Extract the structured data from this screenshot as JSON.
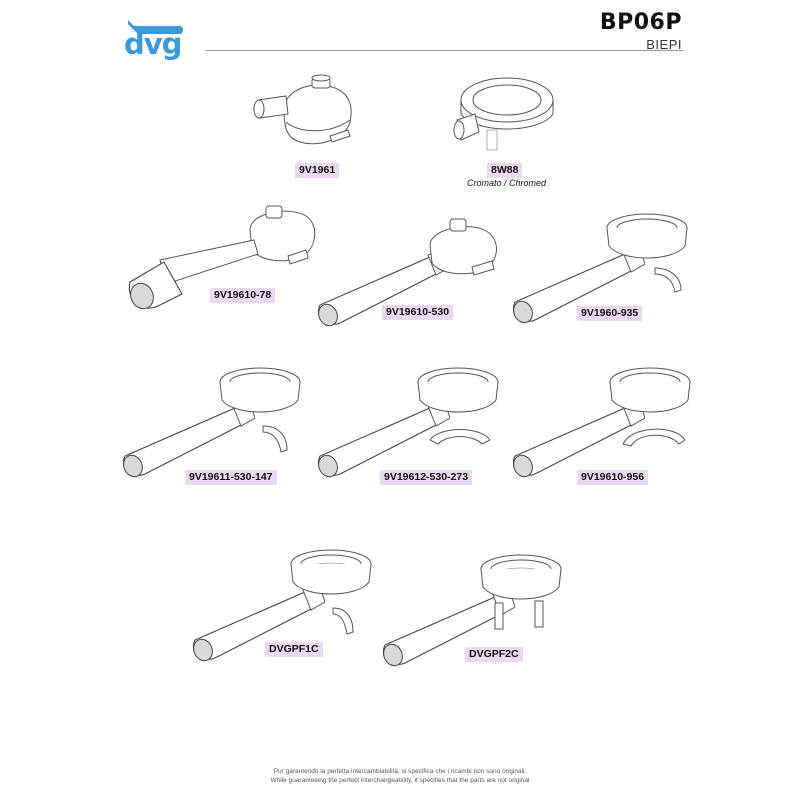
{
  "header": {
    "logo_text": "dvg",
    "model": "BP06P",
    "brand": "BIEPI"
  },
  "colors": {
    "logo": "#3a9ad9",
    "code_highlight": "#ead8f0"
  },
  "parts": [
    {
      "code": "9V1961",
      "icon": "pod-holder-cap-icon"
    },
    {
      "code": "8W88",
      "note": "Cromato / Chromed",
      "icon": "filter-ring-icon"
    },
    {
      "code": "9V19610-78",
      "icon": "pod-filter-holder-long-icon"
    },
    {
      "code": "9V19610-530",
      "icon": "pod-filter-holder-icon"
    },
    {
      "code": "9V1960-935",
      "icon": "filter-holder-single-spout-icon"
    },
    {
      "code": "9V19611-530-147",
      "icon": "filter-holder-single-spout-icon"
    },
    {
      "code": "9V19612-530-273",
      "icon": "filter-holder-double-spout-icon"
    },
    {
      "code": "9V19610-956",
      "icon": "filter-holder-double-spout-icon"
    },
    {
      "code": "DVGPF1C",
      "icon": "filter-holder-basket-icon"
    },
    {
      "code": "DVGPF2C",
      "icon": "filter-holder-basket-icon"
    }
  ],
  "footer": {
    "line1": "Pur garantendo la perfetta intercambiabilità, si specifica che i ricambi non sono originali.",
    "line2": "While guaranteeing the perfect interchangeability, it specifies that the parts are not original"
  }
}
